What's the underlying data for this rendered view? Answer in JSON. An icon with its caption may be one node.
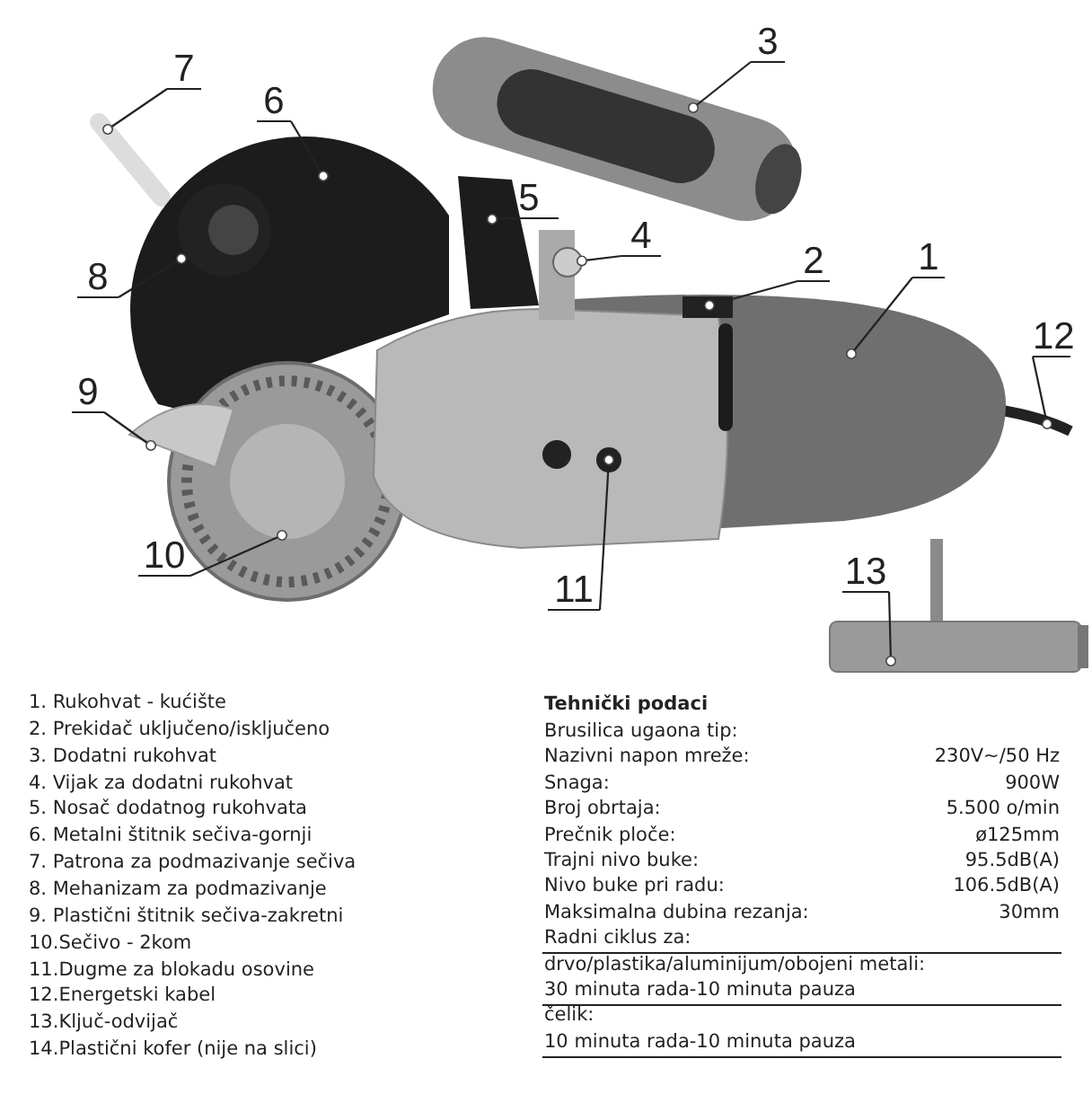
{
  "diagram": {
    "nodes": [
      {
        "text": [
          "1"
        ]
      },
      {
        "text": [
          "2"
        ]
      },
      {
        "text": [
          "3"
        ]
      },
      {
        "text": [
          "4"
        ]
      },
      {
        "text": [
          "5"
        ]
      },
      {
        "text": [
          "6"
        ]
      },
      {
        "text": [
          "7"
        ]
      },
      {
        "text": [
          "8"
        ]
      },
      {
        "text": [
          "9"
        ]
      },
      {
        "text": [
          "10"
        ]
      },
      {
        "text": [
          "11"
        ]
      },
      {
        "text": [
          "12"
        ]
      },
      {
        "text": [
          "13"
        ]
      },
      {
        "text": [],
        "shape": "circle"
      }
    ],
    "edges": [
      {
        "from": 0,
        "to": null,
        "arrow": "other"
      },
      {
        "from": 1,
        "to": null,
        "arrow": "other"
      },
      {
        "from": 2,
        "to": null,
        "arrow": "other"
      },
      {
        "from": 3,
        "to": 13,
        "arrow": "other"
      },
      {
        "from": 4,
        "to": null,
        "arrow": "other"
      },
      {
        "from": 5,
        "to": null,
        "arrow": "other"
      },
      {
        "from": 6,
        "to": null,
        "arrow": "other"
      },
      {
        "from": 7,
        "to": null,
        "arrow": "other"
      },
      {
        "from": 8,
        "to": null,
        "arrow": "other"
      },
      {
        "from": 9,
        "to": null,
        "arrow": "other"
      },
      {
        "from": 10,
        "to": null,
        "arrow": "other"
      },
      {
        "from": 11,
        "to": null,
        "arrow": "other"
      },
      {
        "from": 12,
        "to": null,
        "arrow": "other"
      }
    ],
    "labels": [
      "1. Rukohvat - kućište",
      "2. Prekidač uključeno/isključeno",
      "3. Dodatni rukohvat",
      "4. Vijak za dodatni rukohvat",
      "5. Nosač dodatnog rukohvata",
      "6. Metalni štitnik sečiva-gornji",
      "7. Patrona za podmazivanje sečiva",
      "8. Mehanizam za podmazivanje",
      "9. Plastični štitnik sečiva-zakretni",
      "10.Sečivo - 2kom",
      "11.Dugme za blokadu osovine",
      "12.Energetski kabel",
      "13.Ključ-odvijač",
      "14.Plastični kofer (nije na slici)",
      "Tehnički podaci",
      "Brusilica ugaona tip:",
      "Nazivni napon mreže:",
      "230V~/50 Hz",
      "Snaga:",
      "900W",
      "Broj obrtaja:",
      "5.500 o/min",
      "Prečnik ploče:",
      "ø125mm",
      "Trajni nivo buke:",
      "95.5dB(A)",
      "Nivo buke pri radu:",
      "106.5dB(A)",
      "Maksimalna dubina rezanja:",
      "30mm",
      "Radni ciklus za:",
      "drvo/plastika/aluminijum/obojeni metali:",
      "30 minuta rada-10 minuta pauza",
      "čelik:",
      "10 minuta rada-10 minuta pauza"
    ]
  }
}
